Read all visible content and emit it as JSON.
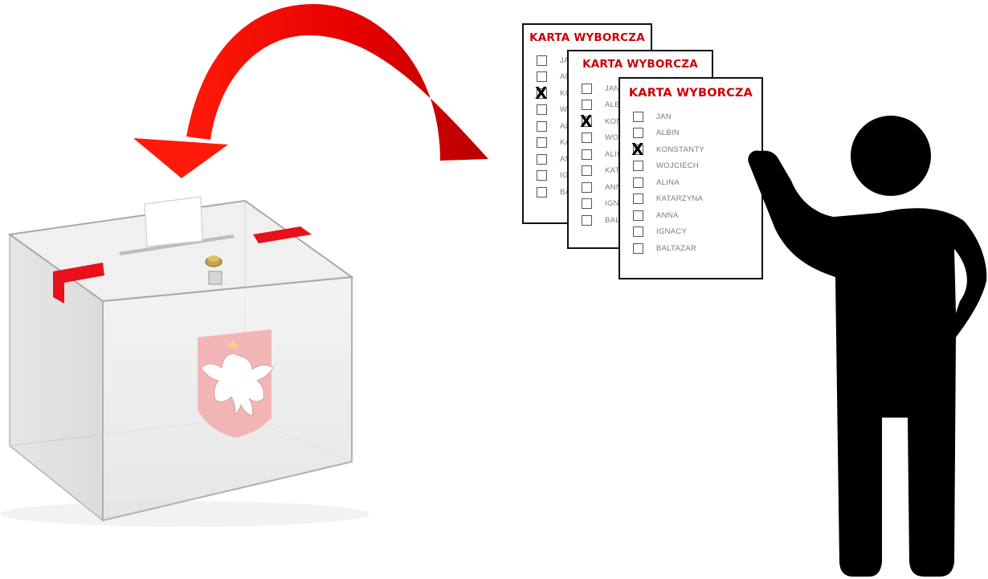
{
  "colors": {
    "arrow_red": "#e60000",
    "arrow_dark_red": "#b80000",
    "ballot_title_red": "#cc0000",
    "seal_tape_red": "#e8101a",
    "box_glass": "#e9e9e9",
    "person": "#000000"
  },
  "ballots": [
    {
      "title": "KARTA WYBORCZA",
      "marked_index": 2,
      "candidates": [
        "JAN",
        "ALBIN",
        "KONSTANTY",
        "WOJCIECH",
        "ALINA",
        "KATARZYNA",
        "ANNA",
        "IGNACY",
        "BALTAZAR"
      ]
    },
    {
      "title": "KARTA WYBORCZA",
      "marked_index": 2,
      "candidates": [
        "JAN",
        "ALBIN",
        "KONSTANTY",
        "WOJCIECH",
        "ALINA",
        "KATARZYNA",
        "ANNA",
        "IGNACY",
        "BALTAZAR"
      ]
    },
    {
      "title": "KARTA WYBORCZA",
      "marked_index": 2,
      "candidates": [
        "JAN",
        "ALBIN",
        "KONSTANTY",
        "WOJCIECH",
        "ALINA",
        "KATARZYNA",
        "ANNA",
        "IGNACY",
        "BALTAZAR"
      ]
    }
  ],
  "mark_symbol": "X",
  "icons": {
    "arrow": "curved-arrow-icon",
    "ballot_box": "ballot-box-icon",
    "emblem": "white-eagle-emblem-icon",
    "person": "person-icon"
  }
}
